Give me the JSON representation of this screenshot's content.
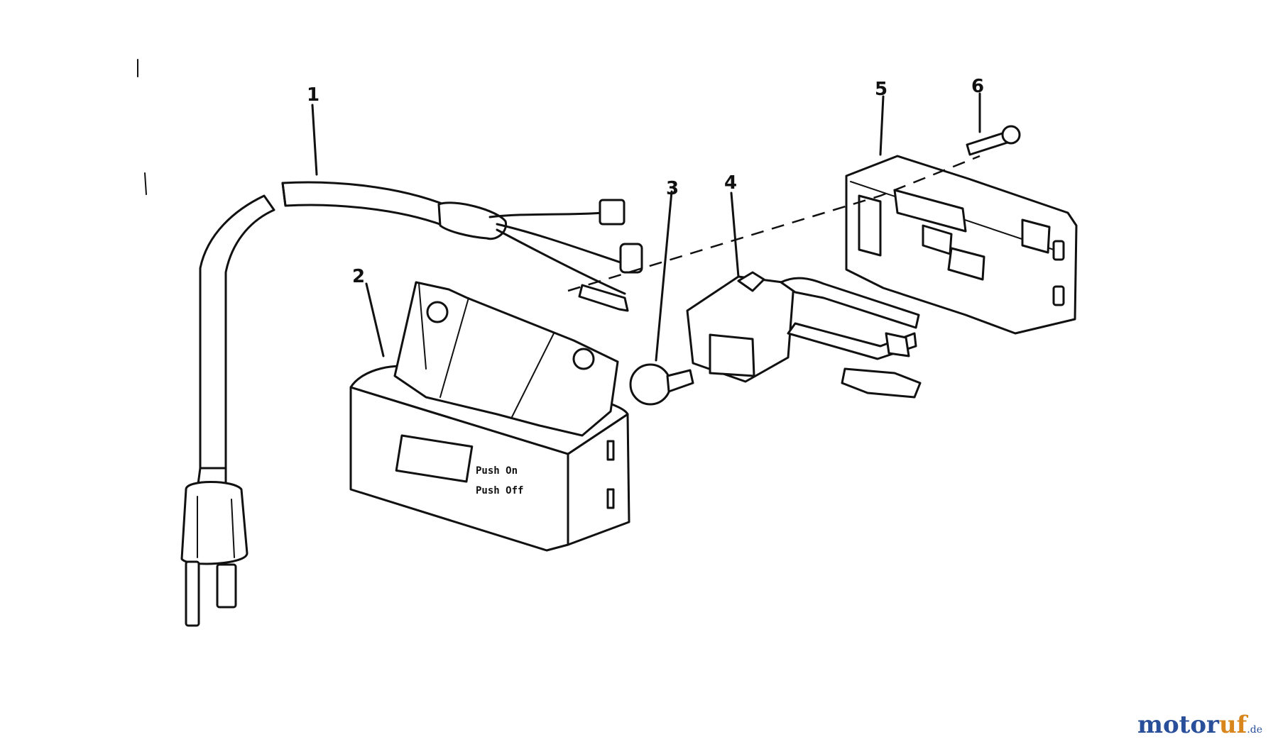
{
  "parts": {
    "p1": "1",
    "p2": "2",
    "p3": "3",
    "p4": "4",
    "p5": "5",
    "p6": "6"
  },
  "switch_box": {
    "text_line1": "Push On",
    "text_line2": "Push Off"
  },
  "watermark": {
    "part1": "motor",
    "part2": "uf",
    "part3": ".de"
  },
  "colors": {
    "line": "#111111",
    "background": "#ffffff",
    "watermark_blue": "#2a4f9a",
    "watermark_orange": "#d8861c"
  }
}
